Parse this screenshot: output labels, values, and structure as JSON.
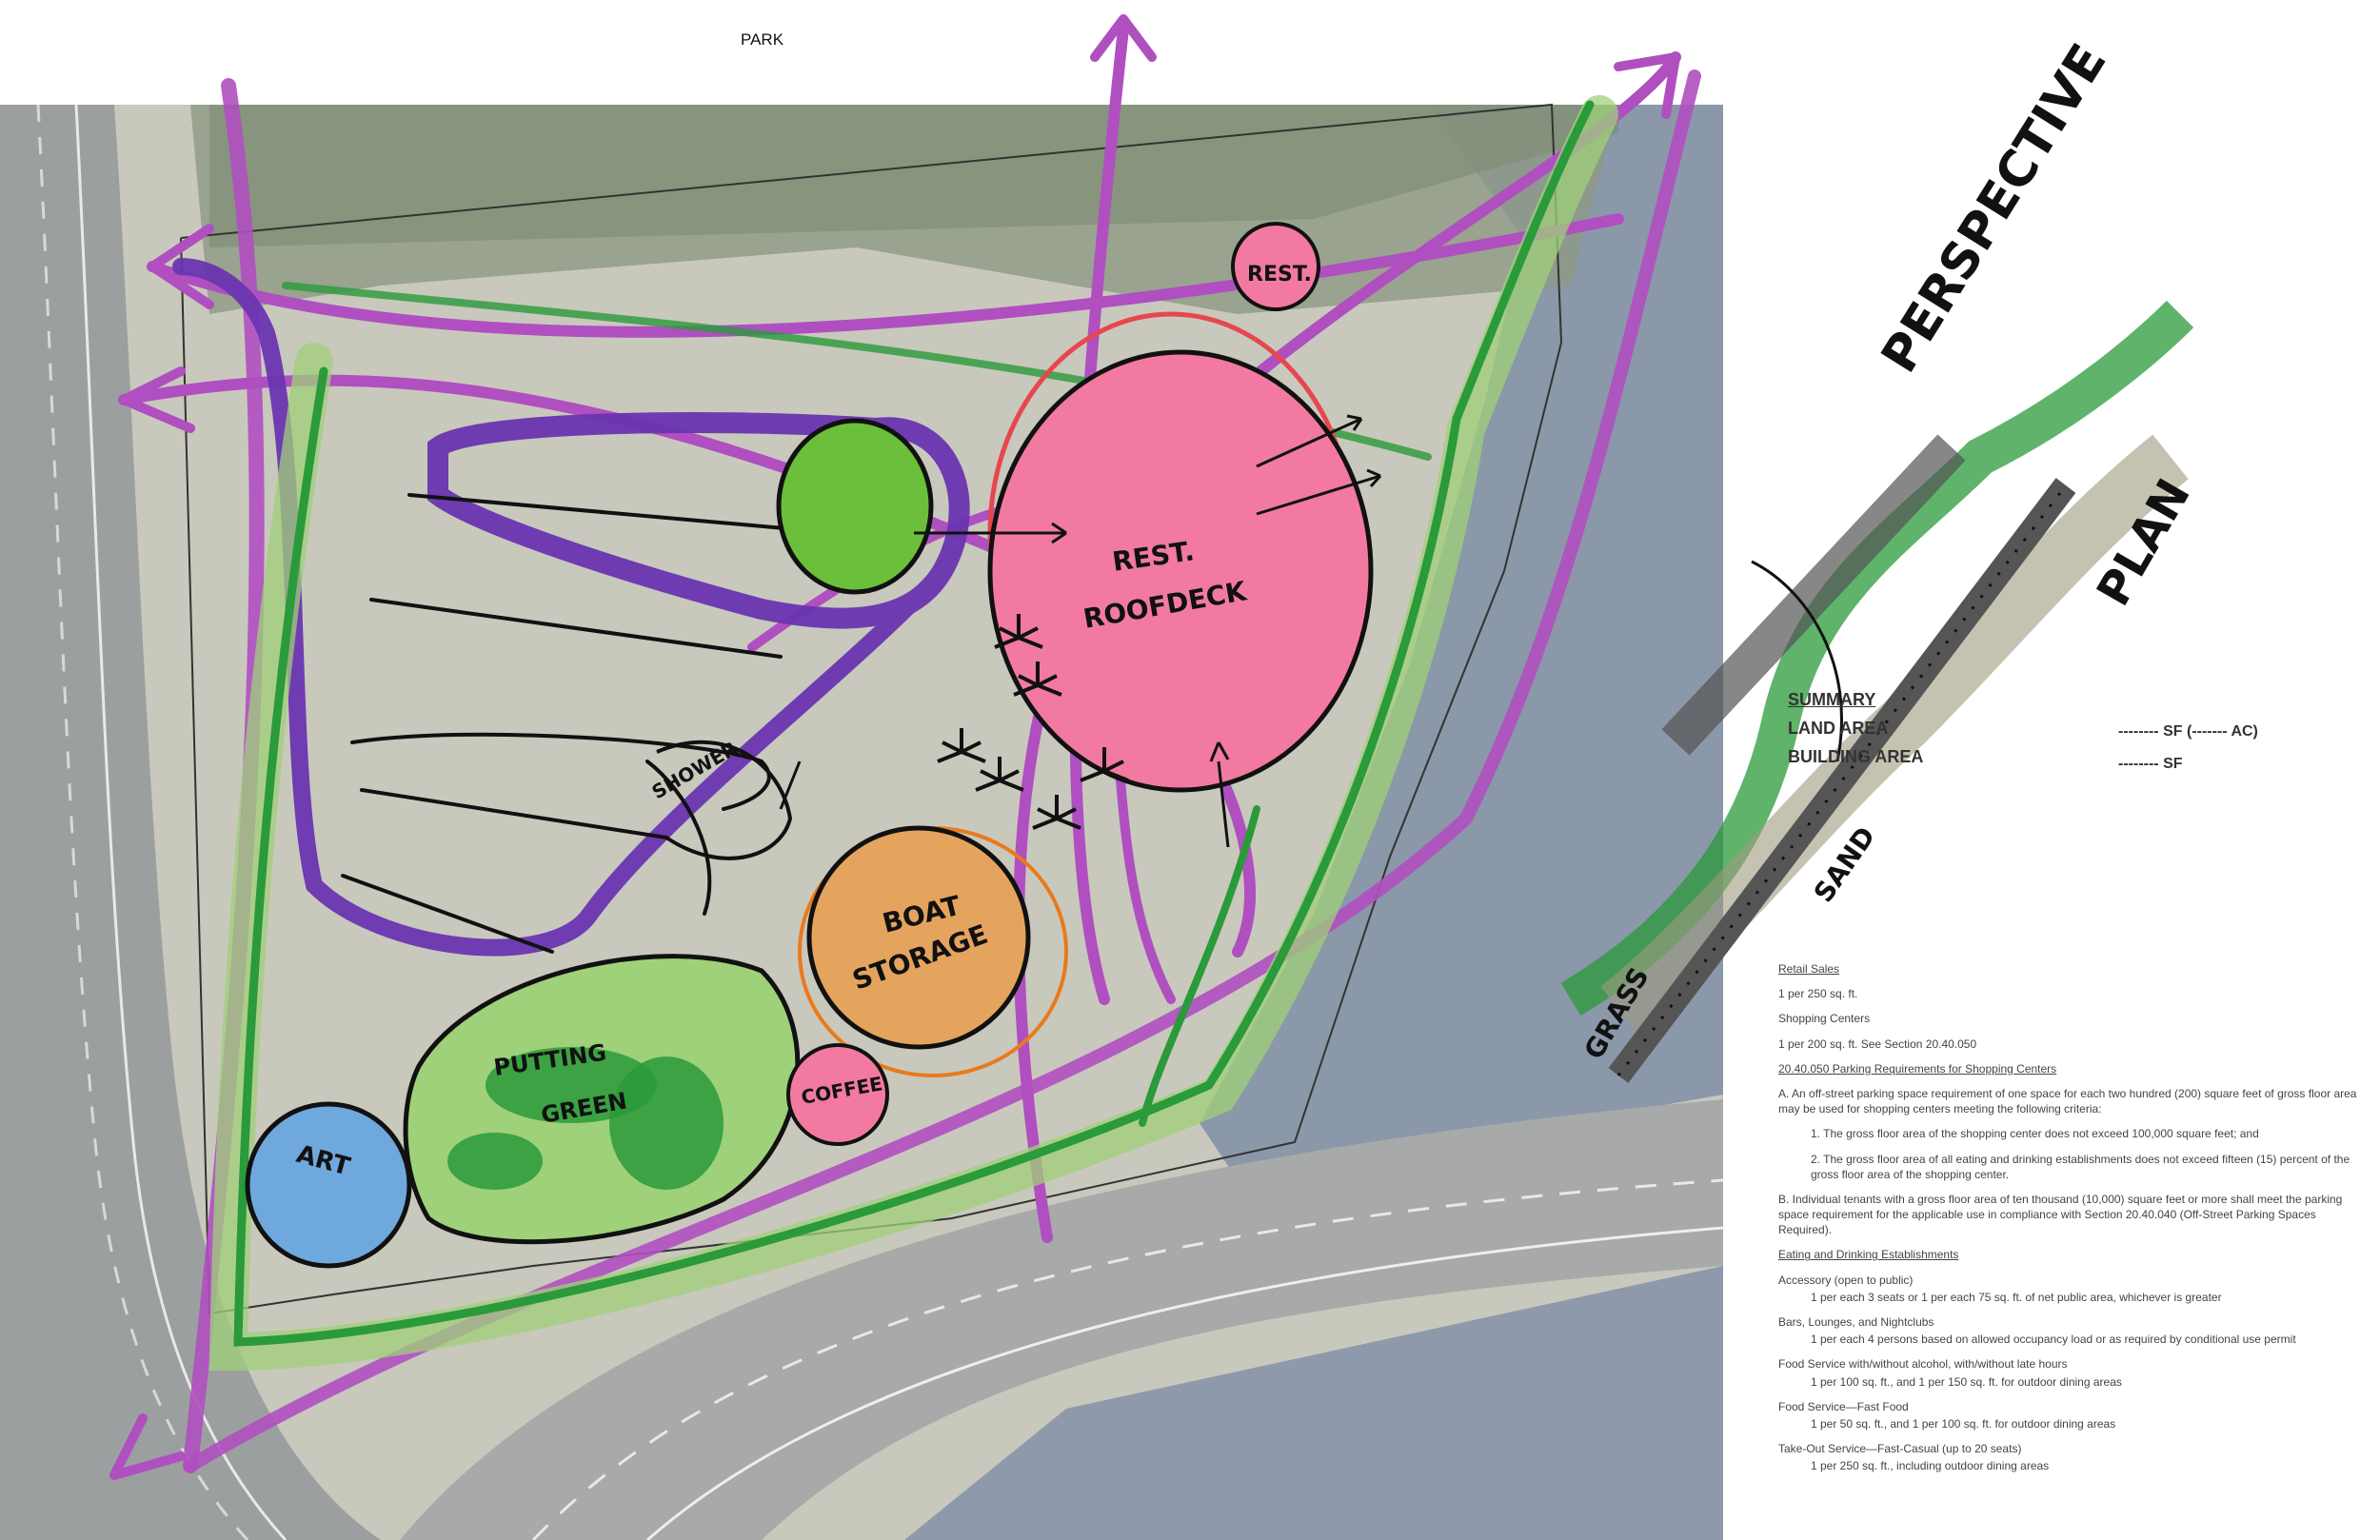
{
  "title_park": "PARK",
  "labels": {
    "rest": "REST.",
    "rest_roofdeck_1": "REST.",
    "rest_roofdeck_2": "ROOFDECK",
    "showers": "SHOWER",
    "boat_storage_1": "BOAT",
    "boat_storage_2": "STORAGE",
    "putting_1": "PUTTING",
    "putting_2": "GREEN",
    "coffee": "COFFEE",
    "art": "ART",
    "perspective": "PERSPECTIVE",
    "plan": "PLAN",
    "grass": "GRASS",
    "sand": "SAND"
  },
  "summary": {
    "heading": "SUMMARY",
    "land_area": "LAND AREA",
    "building_area": "BUILDING AREA",
    "land_value": "-------- SF  (------- AC)",
    "building_value": "-------- SF"
  },
  "notes": {
    "retail_sales": "Retail Sales",
    "retail_ratio": "1 per 250 sq. ft.",
    "shopping_centers": "Shopping Centers",
    "shopping_ratio": "1 per 200 sq. ft. See Section 20.40.050",
    "section_title": "20.40.050 Parking Requirements for Shopping Centers",
    "para_a": "A.   An off-street parking space requirement of one space for each two hundred (200) square feet of gross floor area may be used for shopping centers meeting the following criteria:",
    "para_a1": "1.  The gross floor area of the shopping center does not exceed 100,000 square feet; and",
    "para_a2": "2.  The gross floor area of all eating and drinking establishments does not exceed fifteen (15) percent of the gross floor area of the shopping center.",
    "para_b": "B.   Individual tenants with a gross floor area of ten thousand (10,000) square feet or more shall meet the parking space requirement for the applicable use in compliance with Section 20.40.040 (Off-Street Parking Spaces Required).",
    "eating_title": "Eating and Drinking Establishments",
    "accessory": "Accessory (open to public)",
    "accessory_ratio": "1 per each 3 seats or 1 per each 75 sq. ft. of net public area, whichever is greater",
    "bars": "Bars, Lounges, and Nightclubs",
    "bars_ratio": "1 per each 4 persons based on allowed occupancy load or as required by conditional use permit",
    "food_service": "Food Service with/without alcohol, with/without late hours",
    "food_service_ratio": "1 per 100 sq. ft., and 1 per 150 sq. ft. for outdoor dining areas",
    "fast_food": "Food Service—Fast Food",
    "fast_food_ratio": "1 per 50 sq. ft., and 1 per 100 sq. ft. for outdoor dining areas",
    "takeout": "Take-Out Service—Fast-Casual (up to 20 seats)",
    "takeout_ratio": "1 per 250 sq. ft., including outdoor dining areas"
  },
  "colors": {
    "purple_path": "#b04fc0",
    "violet_loop": "#6a35b0",
    "green_edge": "#2a9a3a",
    "light_green": "#9fd07a",
    "pink": "#f27aa0",
    "orange": "#e5a45e",
    "blue": "#6fa8dc",
    "water": "#7f8fa6",
    "land": "#c9c8bd"
  }
}
